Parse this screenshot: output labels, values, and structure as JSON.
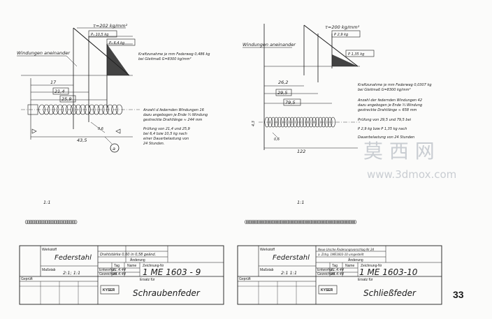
{
  "left": {
    "t_label": "τ=202 kg/mm²",
    "p1": "P₁ 10,5 kg",
    "p2": "P₂ 6,4 kg",
    "windungen": "Windungen aneinander",
    "kraft1": "Kraftzunahme je mm Federweg 0,486 kg",
    "kraft2": "bei Gleitmaß G=8300 kg/mm²",
    "dim1": "17",
    "dim2": "21,4",
    "dim3": "25,9",
    "anzahl1": "Anzahl d.federnden Windungen 16",
    "anzahl2": "dazu angebogen je Ende ¾ Windung",
    "anzahl3": "gestreckte Drahtlänge ≈ 244 mm",
    "pruef1": "Prüfung von 21,4 und 25,9",
    "pruef2": "bei 6,4 bzw 10,5 kg nach",
    "pruef3": "einer Dauerbelastung von",
    "pruef4": "24 Stunden.",
    "wire": "0,6",
    "length": "43,5",
    "circle": "a",
    "scale": "1:1",
    "tb": {
      "werkstoff_label": "Werkstoff",
      "werkstoff": "Federstahl",
      "massstab_label": "Maßstab",
      "massstab": "2:1; 1:1",
      "aenderung_label": "Änderung",
      "aenderung_text": "Drahtstärke 0,60 in 0,58 geänd.",
      "tag_label": "Tag",
      "name_label": "Name",
      "zeichnung_label": "Zeichnung-Nr",
      "zeichnung_nr": "1 ME 1603 - 9",
      "ersatz_label": "Ersatz für",
      "title": "Schraubenfeder",
      "logo": "KYSER",
      "entw": "Entworfen",
      "gez": "Gezeichnet",
      "gepr": "Geprüft",
      "d1": "21.4.44",
      "d2": "26.4.44"
    }
  },
  "right": {
    "t_label": "τ=200 kg/mm²",
    "p1": "P 2,9 kg",
    "p2": "P 1,35 kg",
    "windungen": "Windungen aneinander",
    "kraft1": "Kraftzunahme je mm Federweg 0,0307 kg",
    "kraft2": "bei Gleitmaß G=8300 kg/mm²",
    "dim1": "26,2",
    "dim2": "29,5",
    "dim3": "79,5",
    "anzahl1": "Anzahl der federnden Windungen 42",
    "anzahl2": "dazu angebogen je Ende ¾ Windung",
    "anzahl3": "gestreckte Drahtlänge ≈ 658 mm",
    "pruef1": "Prüfung von 29,5 und 79,5 bei",
    "pruef2": "P 2,9 kg bzw P 1,35 kg nach",
    "pruef3": "Dauerbelastung von 24 Stunden",
    "wire": "0,6",
    "dia": "4,3",
    "length": "122",
    "scale": "1:1",
    "tb": {
      "werkstoff_label": "Werkstoff",
      "werkstoff": "Federstahl",
      "massstab_label": "Maßstab",
      "massstab": "2:1 1:1",
      "aenderung_label": "Änderung",
      "aenderung_text": "Neue Ursche Änderungsvorschlag Nr 24",
      "aenderung_text2": "a. Zchg. 1ME1603-10 umgestellt",
      "tag_label": "Tag",
      "name_label": "Name",
      "zeichnung_label": "Zeichnung-Nr",
      "zeichnung_nr": "1 ME 1603-10",
      "ersatz_label": "Ersatz für",
      "title": "Schließfeder",
      "logo": "KYSER",
      "entw": "Entworfen",
      "gez": "Gezeichnet",
      "gepr": "Geprüft",
      "d1": "21.4.44",
      "d2": "26.4.44"
    }
  },
  "watermark_cn": "莫 西 网",
  "watermark_url": "www.3dmox.com",
  "page_number": "33"
}
